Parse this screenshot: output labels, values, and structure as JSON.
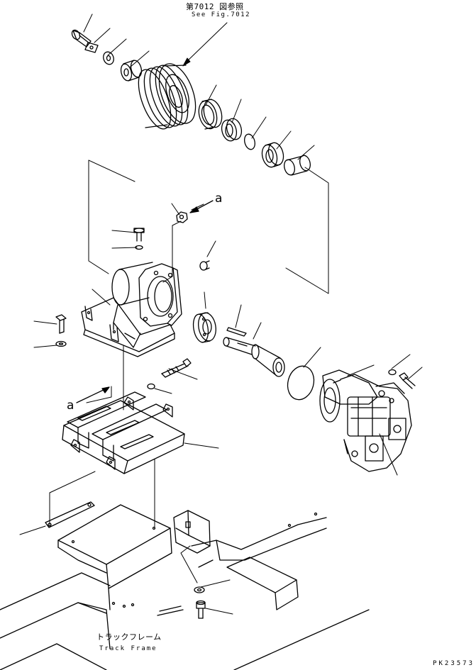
{
  "references": {
    "see_fig_jp": "第7012 図参照",
    "see_fig_en": "See Fig.7012"
  },
  "markers": {
    "upper_a": "a",
    "lower_a": "a"
  },
  "track_frame": {
    "label_jp": "トラックフレーム",
    "label_en": "Track Frame"
  },
  "figure_number": "PK23573",
  "colors": {
    "line": "#000000",
    "background": "#ffffff"
  }
}
